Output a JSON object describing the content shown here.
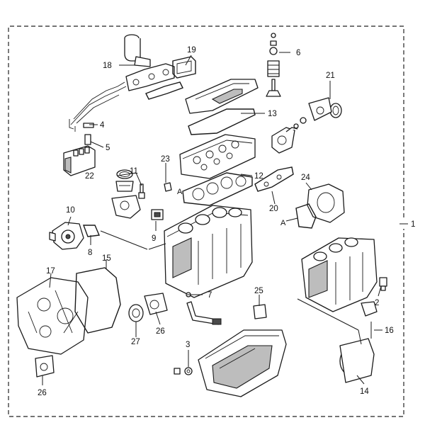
{
  "callouts": [
    {
      "id": "1",
      "label": "1"
    },
    {
      "id": "2",
      "label": "2"
    },
    {
      "id": "3",
      "label": "3"
    },
    {
      "id": "4",
      "label": "4"
    },
    {
      "id": "5",
      "label": "5"
    },
    {
      "id": "6",
      "label": "6"
    },
    {
      "id": "7",
      "label": "7"
    },
    {
      "id": "8",
      "label": "8"
    },
    {
      "id": "9",
      "label": "9"
    },
    {
      "id": "10",
      "label": "10"
    },
    {
      "id": "11",
      "label": "11"
    },
    {
      "id": "12",
      "label": "12"
    },
    {
      "id": "13",
      "label": "13"
    },
    {
      "id": "14",
      "label": "14"
    },
    {
      "id": "15",
      "label": "15"
    },
    {
      "id": "16",
      "label": "16"
    },
    {
      "id": "17",
      "label": "17"
    },
    {
      "id": "18",
      "label": "18"
    },
    {
      "id": "19",
      "label": "19"
    },
    {
      "id": "20",
      "label": "20"
    },
    {
      "id": "21",
      "label": "21"
    },
    {
      "id": "22",
      "label": "22"
    },
    {
      "id": "23",
      "label": "23"
    },
    {
      "id": "24",
      "label": "24"
    },
    {
      "id": "25",
      "label": "25"
    },
    {
      "id": "26a",
      "label": "26"
    },
    {
      "id": "26b",
      "label": "26"
    },
    {
      "id": "27",
      "label": "27"
    }
  ],
  "markers": {
    "a_left": "A",
    "a_right": "A"
  }
}
